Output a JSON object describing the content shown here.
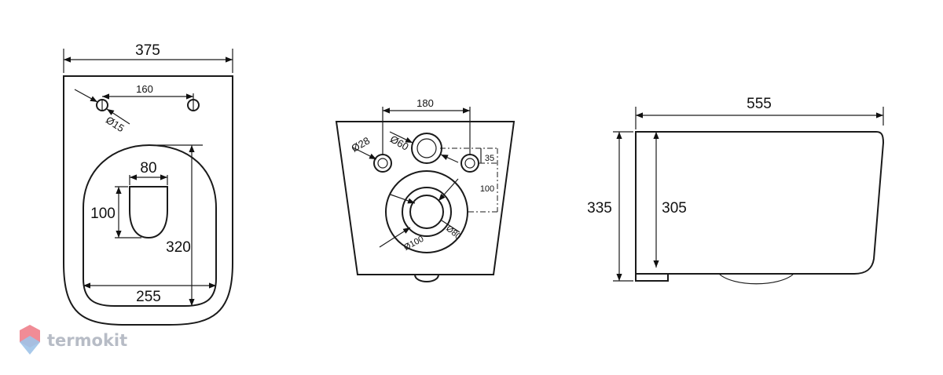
{
  "top_view": {
    "width": "375",
    "hole_spacing": "160",
    "hole_diameter": "Ø15",
    "inner_width": "80",
    "inner_height": "100",
    "bowl_length": "320",
    "bowl_width": "255"
  },
  "rear_view": {
    "stud_spacing": "180",
    "stud_diameter": "Ø28",
    "inlet_diameter": "Ø60",
    "offset_small": "35",
    "offset_vertical": "100",
    "outlet_inner": "Ø80",
    "outlet_outer": "Ø100"
  },
  "side_view": {
    "length": "555",
    "total_height": "335",
    "body_height": "305"
  },
  "watermark": {
    "brand": "termokit",
    "colors": [
      "#f08c96",
      "#9fc3e8"
    ]
  }
}
